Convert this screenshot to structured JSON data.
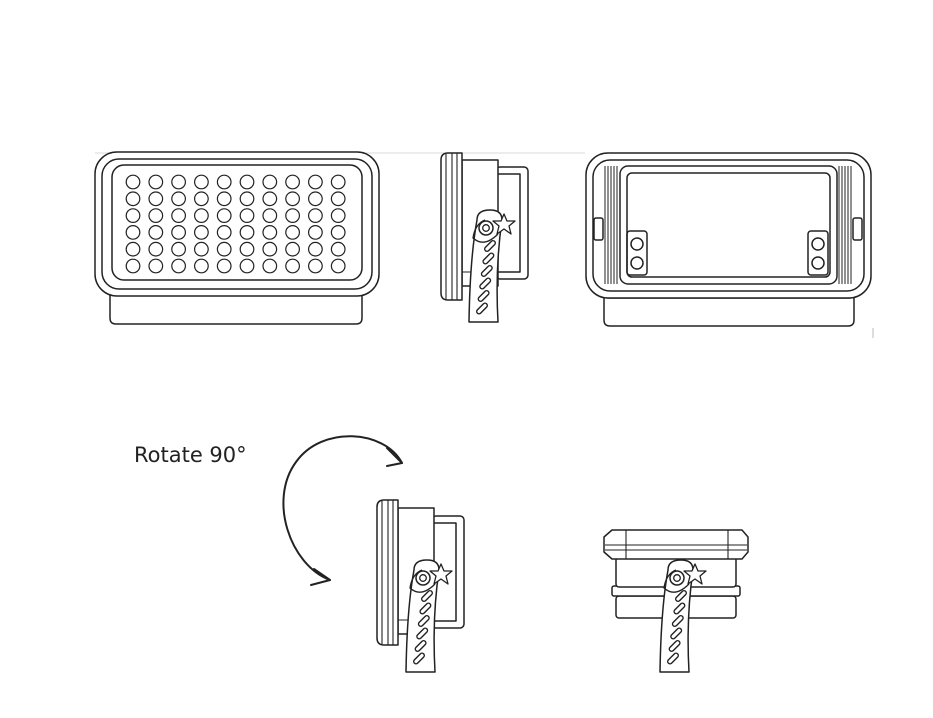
{
  "diagram": {
    "rotate_label": "Rotate 90°",
    "line_color": "#222222",
    "background": "#ffffff",
    "led_grid": {
      "columns": 10,
      "rows": 6
    }
  }
}
